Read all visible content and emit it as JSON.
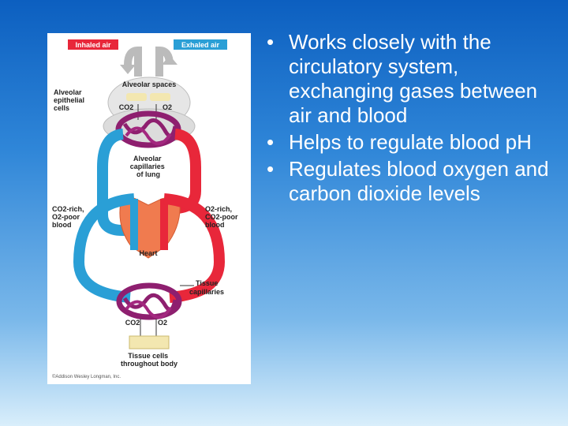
{
  "bullets": [
    "Works closely with the circulatory system, exchanging gases between air and blood",
    "Helps to regulate blood pH",
    "Regulates blood oxygen and carbon dioxide levels"
  ],
  "diagram": {
    "inhaled_air": "Inhaled air",
    "exhaled_air": "Exhaled air",
    "alveolar_spaces": "Alveolar spaces",
    "alveolar_epithelial_cells": [
      "Alveolar",
      "epithelial",
      "cells"
    ],
    "co2": "CO2",
    "o2": "O2",
    "alveolar_capillaries": [
      "Alveolar",
      "capillaries",
      "of lung"
    ],
    "co2_rich_left": [
      "CO2-rich,",
      "O2-poor",
      "blood"
    ],
    "o2_rich_right": [
      "O2-rich,",
      "CO2-poor",
      "blood"
    ],
    "heart": "Heart",
    "tissue_capillaries": [
      "Tissue",
      "capillaries"
    ],
    "tissue_cells": [
      "Tissue cells",
      "throughout body"
    ],
    "copyright": "©Addison Wesley Longman, Inc."
  },
  "colors": {
    "inhaled_red": "#e8273a",
    "exhaled_blue": "#2a9fd6",
    "oxygenated": "#e8273a",
    "deoxygenated": "#2a9fd6",
    "capillary_purple": "#8e1f6f"
  }
}
